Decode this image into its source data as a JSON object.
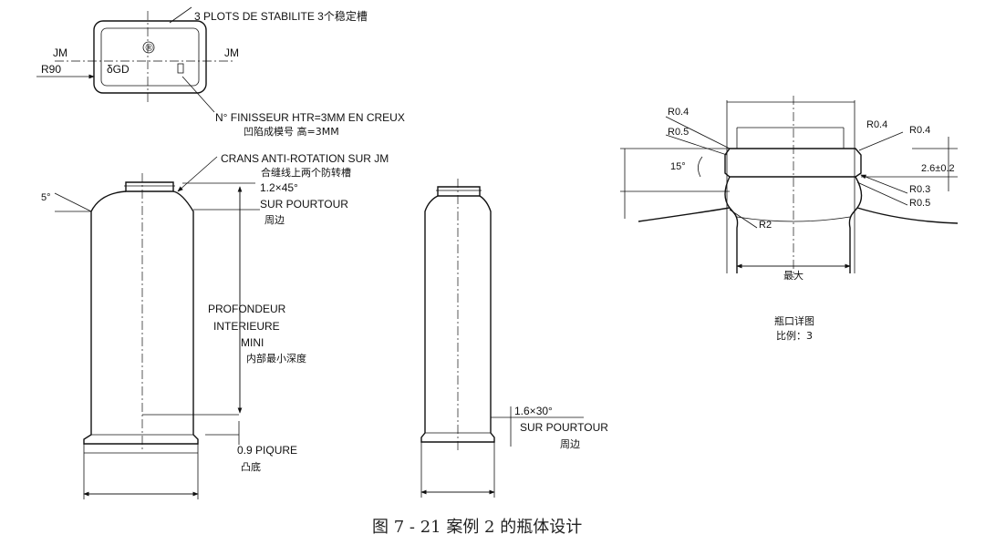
{
  "top_view": {
    "stability_note": "3 PLOTS DE STABILITE 3个稳定槽",
    "jm_left": "JM",
    "jm_right": "JM",
    "radius": "R90",
    "registered_mark": "®",
    "mark_code": "δGD",
    "finisher_note": "N° FINISSEUR HTR=3MM EN CREUX",
    "finisher_note_cn": "凹陷成模号 高=3MM"
  },
  "front_view": {
    "crans_note": "CRANS ANTI-ROTATION SUR JM",
    "crans_note_cn": "合缝线上两个防转槽",
    "angle_5": "5°",
    "chamfer_top": "1.2×45°",
    "sur_pourtour_top": "SUR POURTOUR",
    "sur_pourtour_top_cn": "周边",
    "profondeur_1": "PROFONDEUR",
    "profondeur_2": "INTERIEURE",
    "profondeur_3": "MINI",
    "profondeur_cn": "内部最小深度",
    "piqure": "0.9 PIQURE",
    "piqure_cn": "凸底"
  },
  "side_view": {
    "chamfer_bottom": "1.6×30°",
    "sur_pourtour_bottom": "SUR POURTOUR",
    "sur_pourtour_bottom_cn": "周边"
  },
  "neck_detail": {
    "r04_left": "R0.4",
    "r05_left": "R0.5",
    "r04_mid": "R0.4",
    "r04_right": "R0.4",
    "height_dim": "2.6±0.2",
    "angle_15": "15°",
    "r03": "R0.3",
    "r05_right": "R0.5",
    "r2": "R2",
    "max_label": "最大",
    "title": "瓶口详图",
    "scale": "比例：3"
  },
  "caption": "图 7 - 21   案例 2 的瓶体设计"
}
